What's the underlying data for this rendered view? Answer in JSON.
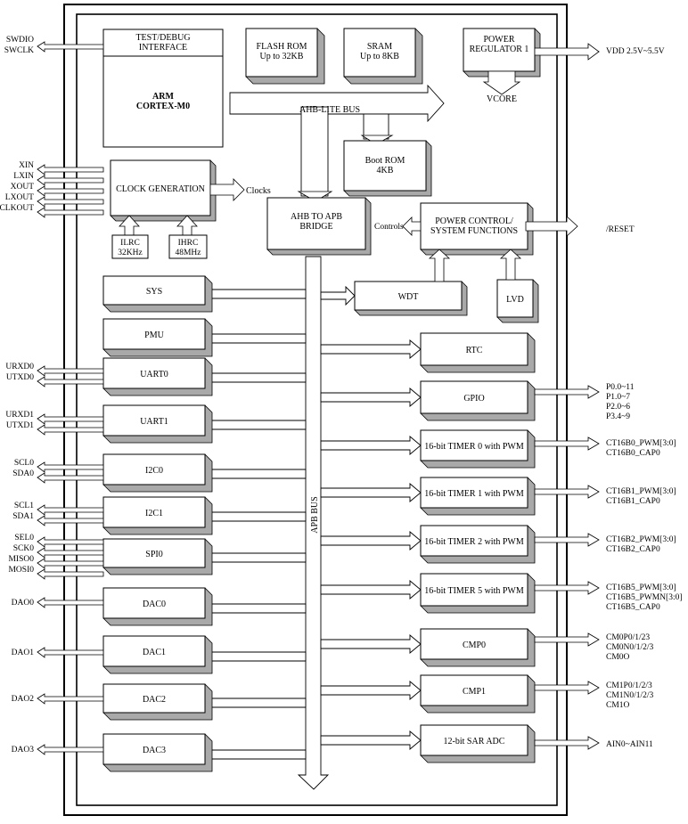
{
  "blocks": {
    "test_debug": "TEST/DEBUG\nINTERFACE",
    "cpu": "ARM\nCORTEX-M0",
    "flash": "FLASH ROM\nUp to 32KB",
    "sram": "SRAM\nUp to 8KB",
    "power_regulator": "POWER\nREGULATOR 1",
    "vcore": "VCORE",
    "ahb_lite_bus": "AHB-LITE BUS",
    "boot_rom": "Boot ROM\n4KB",
    "clock_generation": "CLOCK GENERATION",
    "clocks": "Clocks",
    "ahb_to_apb": "AHB TO APB\nBRIDGE",
    "controls": "Controls",
    "power_control": "POWER CONTROL/\nSYSTEM FUNCTIONS",
    "ilrc": "ILRC\n32KHz",
    "ihrc": "IHRC\n48MHz",
    "apb_bus": "APB BUS",
    "wdt": "WDT",
    "lvd": "LVD",
    "rtc": "RTC",
    "gpio": "GPIO",
    "left_peripherals": [
      "SYS",
      "PMU",
      "UART0",
      "UART1",
      "I2C0",
      "I2C1",
      "SPI0",
      "DAC0",
      "DAC1",
      "DAC2",
      "DAC3"
    ],
    "right_peripherals": [
      "16-bit TIMER 0 with PWM",
      "16-bit TIMER 1 with PWM",
      "16-bit TIMER 2 with PWM",
      "16-bit TIMER 5 with PWM",
      "CMP0",
      "CMP1",
      "12-bit SAR ADC"
    ]
  },
  "pins_left": {
    "swd": "SWDIO\nSWCLK",
    "clk": "XIN\nLXIN\nXOUT\nLXOUT\nCLKOUT",
    "uart0": "URXD0\nUTXD0",
    "uart1": "URXD1\nUTXD1",
    "i2c0": "SCL0\nSDA0",
    "i2c1": "SCL1\nSDA1",
    "spi0": "SEL0\nSCK0\nMISO0\nMOSI0",
    "dac0": "DAO0",
    "dac1": "DAO1",
    "dac2": "DAO2",
    "dac3": "DAO3"
  },
  "pins_right": {
    "vdd": "VDD 2.5V~5.5V",
    "reset": "/RESET",
    "gpio": "P0.0~11\nP1.0~7\nP2.0~6\nP3.4~9",
    "t0": "CT16B0_PWM[3:0]\nCT16B0_CAP0",
    "t1": "CT16B1_PWM[3:0]\nCT16B1_CAP0",
    "t2": "CT16B2_PWM[3:0]\nCT16B2_CAP0",
    "t5": "CT16B5_PWM[3:0]\nCT16B5_PWMN[3:0]\nCT16B5_CAP0",
    "cmp0": "CM0P0/1/23\nCM0N0/1/2/3\nCM0O",
    "cmp1": "CM1P0/1/2/3\nCM1N0/1/2/3\nCM1O",
    "adc": "AIN0~AIN11"
  }
}
